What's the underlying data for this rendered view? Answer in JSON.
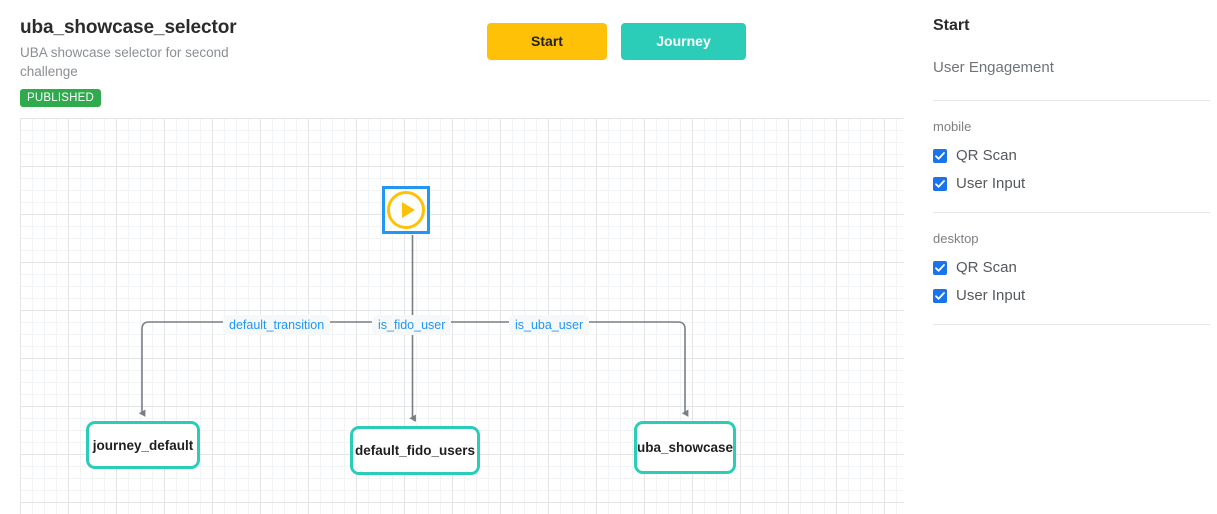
{
  "header": {
    "title": "uba_showcase_selector",
    "description": "UBA showcase selector for second challenge",
    "status_badge": "PUBLISHED"
  },
  "toolbar": {
    "start_label": "Start",
    "journey_label": "Journey"
  },
  "canvas": {
    "start_node": {
      "label": "",
      "icon": "play-icon"
    },
    "nodes": [
      {
        "id": "journey_default",
        "label": "journey_default"
      },
      {
        "id": "default_fido_users",
        "label": "default_fido_users"
      },
      {
        "id": "uba_showcase",
        "label": "uba_showcase"
      }
    ],
    "edge_labels": [
      {
        "id": "default_transition",
        "label": "default_transition"
      },
      {
        "id": "is_fido_user",
        "label": "is_fido_user"
      },
      {
        "id": "is_uba_user",
        "label": "is_uba_user"
      }
    ]
  },
  "sidebar": {
    "title": "Start",
    "subtitle": "User Engagement",
    "groups": [
      {
        "name": "mobile",
        "options": [
          {
            "label": "QR Scan",
            "checked": true
          },
          {
            "label": "User Input",
            "checked": true
          }
        ]
      },
      {
        "name": "desktop",
        "options": [
          {
            "label": "QR Scan",
            "checked": true
          },
          {
            "label": "User Input",
            "checked": true
          }
        ]
      }
    ]
  },
  "colors": {
    "accent_teal": "#2bcdb8",
    "accent_amber": "#ffc107",
    "accent_blue": "#2196f3",
    "badge_green": "#2faa4d",
    "checkbox_blue": "#1a73e8",
    "edge_line": "#7a7f85"
  }
}
